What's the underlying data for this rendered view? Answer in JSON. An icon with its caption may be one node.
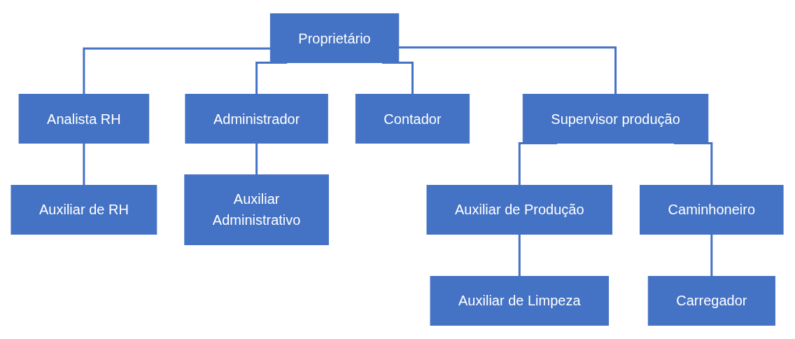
{
  "diagram": {
    "nodes": [
      {
        "text": [
          "Proprietário"
        ]
      },
      {
        "text": [
          "Analista RH"
        ]
      },
      {
        "text": [
          "Administrador"
        ]
      },
      {
        "text": [
          "Contador"
        ]
      },
      {
        "text": [
          "Supervisor produção"
        ]
      },
      {
        "text": [
          "Auxiliar de RH"
        ]
      },
      {
        "text": [
          "Auxiliar",
          "Administrativo"
        ]
      },
      {
        "text": [
          "Auxiliar de Produção"
        ]
      },
      {
        "text": [
          "Caminhoneiro"
        ]
      },
      {
        "text": [
          "Auxiliar de Limpeza"
        ]
      },
      {
        "text": [
          "Carregador"
        ]
      }
    ],
    "edges": [
      {
        "from": 0,
        "to": 1,
        "arrow": "none"
      },
      {
        "from": 0,
        "to": 2,
        "arrow": "none"
      },
      {
        "from": 0,
        "to": 3,
        "arrow": "none"
      },
      {
        "from": 0,
        "to": 4,
        "arrow": "none"
      },
      {
        "from": 1,
        "to": 5,
        "arrow": "none"
      },
      {
        "from": 2,
        "to": 6,
        "arrow": "none"
      },
      {
        "from": 4,
        "to": 7,
        "arrow": "none"
      },
      {
        "from": 4,
        "to": 8,
        "arrow": "none"
      },
      {
        "from": 7,
        "to": 9,
        "arrow": "none"
      },
      {
        "from": 8,
        "to": 10,
        "arrow": "none"
      }
    ]
  }
}
